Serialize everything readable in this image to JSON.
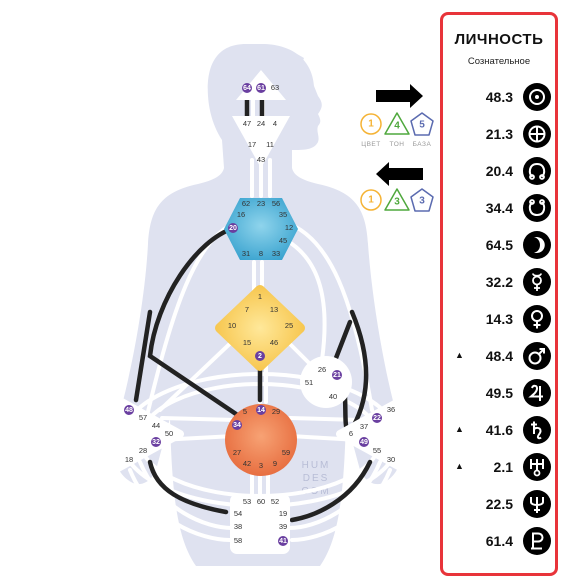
{
  "bodygraph": {
    "head": {
      "gates": [
        "64",
        "61",
        "63"
      ],
      "active": [
        "64",
        "61"
      ]
    },
    "ajna": {
      "gates": [
        "47",
        "24",
        "4",
        "17",
        "11",
        "43"
      ]
    },
    "throat": {
      "gates": [
        "62",
        "23",
        "56",
        "16",
        "35",
        "20",
        "12",
        "45",
        "31",
        "8",
        "33"
      ],
      "active": [
        "20"
      ]
    },
    "g": {
      "gates": [
        "1",
        "7",
        "13",
        "10",
        "25",
        "15",
        "46",
        "2"
      ],
      "active": [
        "2"
      ]
    },
    "heart": {
      "gates": [
        "26",
        "21",
        "51",
        "40"
      ],
      "active": [
        "21"
      ]
    },
    "spleen": {
      "gates": [
        "48",
        "57",
        "44",
        "50",
        "32",
        "28",
        "18"
      ],
      "active": [
        "48",
        "32"
      ]
    },
    "sacral": {
      "gates": [
        "5",
        "14",
        "29",
        "34",
        "27",
        "59",
        "42",
        "3",
        "9"
      ],
      "active": [
        "14",
        "34"
      ]
    },
    "solar_plexus": {
      "gates": [
        "36",
        "22",
        "37",
        "6",
        "49",
        "55",
        "30"
      ],
      "active": [
        "22",
        "49"
      ]
    },
    "root": {
      "gates": [
        "53",
        "60",
        "52",
        "54",
        "19",
        "38",
        "39",
        "58",
        "41"
      ],
      "active": [
        "41"
      ]
    },
    "watermark": [
      "HUM",
      "DES",
      "COM"
    ]
  },
  "variables": {
    "top": {
      "arrow": "right",
      "items": [
        {
          "value": "1",
          "label": "ЦВЕТ"
        },
        {
          "value": "4",
          "label": "ТОН"
        },
        {
          "value": "5",
          "label": "БАЗА"
        }
      ]
    },
    "bottom": {
      "arrow": "left",
      "items": [
        {
          "value": "1"
        },
        {
          "value": "3"
        },
        {
          "value": "3"
        }
      ]
    }
  },
  "colors": {
    "yellow": "#f5b335",
    "green": "#4fa83d",
    "blue": "#5b6bb0",
    "panel_border": "#e8343a",
    "active_gate": "#6a3fa0"
  },
  "panel": {
    "title": "ЛИЧНОСТЬ",
    "subtitle": "Сознательное",
    "rows": [
      {
        "mark": "",
        "value": "48.3",
        "icon": "sun-icon"
      },
      {
        "mark": "",
        "value": "21.3",
        "icon": "earth-icon"
      },
      {
        "mark": "",
        "value": "20.4",
        "icon": "north-node-icon"
      },
      {
        "mark": "",
        "value": "34.4",
        "icon": "south-node-icon"
      },
      {
        "mark": "",
        "value": "64.5",
        "icon": "moon-icon"
      },
      {
        "mark": "",
        "value": "32.2",
        "icon": "mercury-icon"
      },
      {
        "mark": "",
        "value": "14.3",
        "icon": "venus-icon"
      },
      {
        "mark": "▲",
        "value": "48.4",
        "icon": "mars-icon"
      },
      {
        "mark": "",
        "value": "49.5",
        "icon": "jupiter-icon"
      },
      {
        "mark": "▲",
        "value": "41.6",
        "icon": "saturn-icon"
      },
      {
        "mark": "▲",
        "value": "2.1",
        "icon": "uranus-icon"
      },
      {
        "mark": "",
        "value": "22.5",
        "icon": "neptune-icon"
      },
      {
        "mark": "",
        "value": "61.4",
        "icon": "pluto-icon"
      }
    ]
  }
}
